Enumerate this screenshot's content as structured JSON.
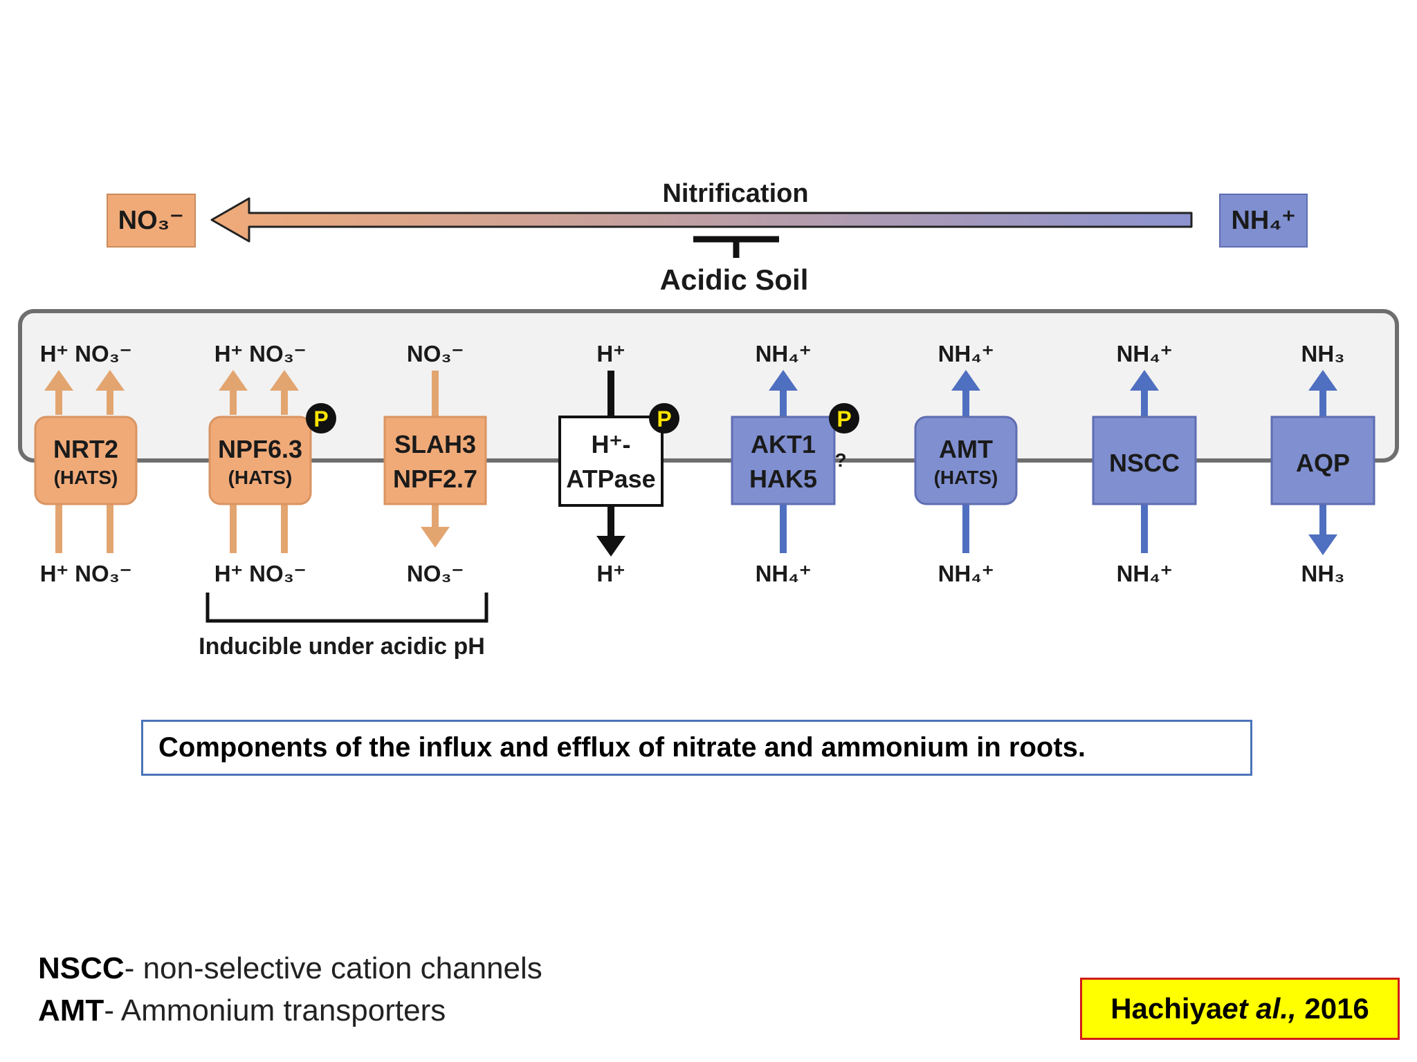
{
  "colors": {
    "nitrate": "#f0aa78",
    "ammonium": "#7f8fd0",
    "nitrate_arrow": "#e3a570",
    "ammonium_arrow": "#4f6fc0",
    "membrane_bg": "#f2f2f2",
    "membrane_border": "#6e6e6e"
  },
  "top": {
    "no3_box": "NO₃⁻",
    "nh4_box": "NH₄⁺",
    "nitrification": "Nitrification",
    "acidic_soil": "Acidic Soil"
  },
  "transporters": [
    {
      "id": "nrt2",
      "line1": "NRT2",
      "line2": "(HATS)",
      "top_label": "H⁺ NO₃⁻",
      "bottom_label": "H⁺ NO₃⁻",
      "color": "nitrate",
      "phospho": false
    },
    {
      "id": "npf63",
      "line1": "NPF6.3",
      "line2": "(HATS)",
      "top_label": "H⁺ NO₃⁻",
      "bottom_label": "H⁺ NO₃⁻",
      "color": "nitrate",
      "phospho": true
    },
    {
      "id": "slah3",
      "line1": "SLAH3",
      "line2": "NPF2.7",
      "top_label": "NO₃⁻",
      "bottom_label": "NO₃⁻",
      "color": "nitrate",
      "phospho": false
    },
    {
      "id": "atpase",
      "line1": "H⁺-",
      "line2": "ATPase",
      "top_label": "H⁺",
      "bottom_label": "H⁺",
      "color": "white",
      "phospho": true
    },
    {
      "id": "akt1",
      "line1": "AKT1",
      "line2": "HAK5",
      "top_label": "NH₄⁺",
      "bottom_label": "NH₄⁺",
      "color": "ammonium",
      "phospho": true,
      "question": "?"
    },
    {
      "id": "amt",
      "line1": "AMT",
      "line2": "(HATS)",
      "top_label": "NH₄⁺",
      "bottom_label": "NH₄⁺",
      "color": "ammonium",
      "phospho": false
    },
    {
      "id": "nscc",
      "line1": "NSCC",
      "line2": "",
      "top_label": "NH₄⁺",
      "bottom_label": "NH₄⁺",
      "color": "ammonium",
      "phospho": false
    },
    {
      "id": "aqp",
      "line1": "AQP",
      "line2": "",
      "top_label": "NH₃",
      "bottom_label": "NH₃",
      "color": "ammonium",
      "phospho": false
    }
  ],
  "phospho_label": "P",
  "inducible_label": "Inducible under acidic pH",
  "caption": "Components of the influx and efflux of nitrate and ammonium in roots.",
  "legend": [
    {
      "term": "NSCC",
      "definition": "- non-selective cation channels"
    },
    {
      "term": "AMT",
      "definition": "- Ammonium transporters"
    }
  ],
  "citation": {
    "author": "Hachiya ",
    "etal": "et al.,",
    "year": " 2016"
  }
}
